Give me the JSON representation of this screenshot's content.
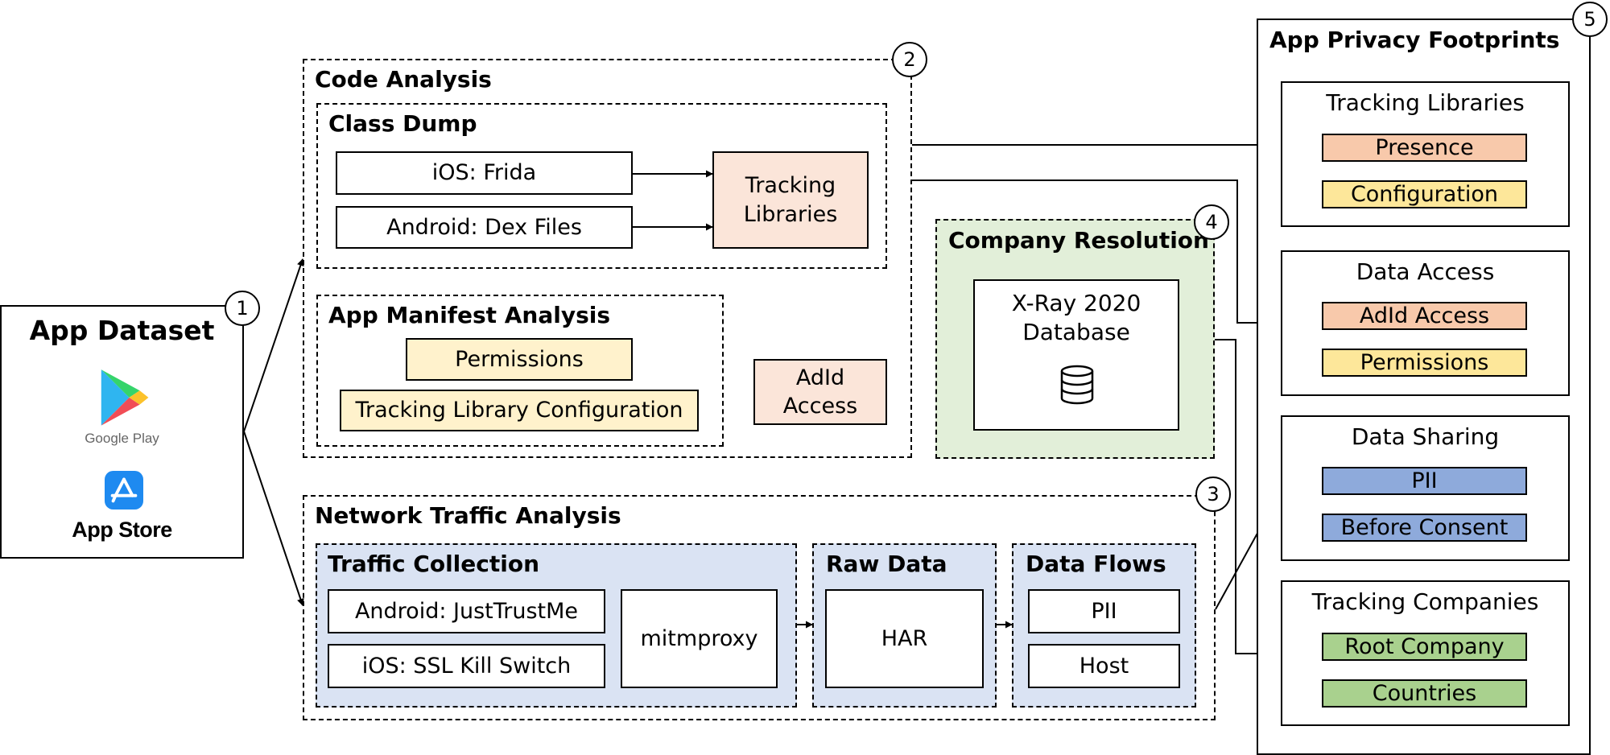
{
  "colors": {
    "peach": "#f8c9ab",
    "peach_light": "#fbe5d9",
    "yellow": "#fde79a",
    "yellow_light": "#fff2cc",
    "blue": "#8eaadb",
    "blue_light": "#dae3f3",
    "green": "#a9d18e",
    "green_light": "#e2efd9"
  },
  "dataset": {
    "title": "App Dataset",
    "badge": "1",
    "google_play": "Google Play",
    "app_store": "App Store",
    "icons": [
      "google-play-icon",
      "app-store-icon"
    ]
  },
  "code_analysis": {
    "title": "Code Analysis",
    "badge": "2",
    "class_dump": {
      "title": "Class Dump",
      "ios": "iOS: Frida",
      "android": "Android: Dex Files",
      "output": "Tracking Libraries"
    },
    "manifest": {
      "title": "App Manifest Analysis",
      "permissions": "Permissions",
      "config": "Tracking Library Configuration"
    },
    "adid": "AdId Access"
  },
  "company_resolution": {
    "title": "Company Resolution",
    "badge": "4",
    "db": "X-Ray 2020 Database",
    "icon": "database-icon"
  },
  "network": {
    "title": "Network Traffic Analysis",
    "badge": "3",
    "collection": {
      "title": "Traffic Collection",
      "android": "Android: JustTrustMe",
      "ios": "iOS: SSL Kill Switch",
      "proxy": "mitmproxy"
    },
    "raw": {
      "title": "Raw Data",
      "har": "HAR"
    },
    "flows": {
      "title": "Data Flows",
      "pii": "PII",
      "host": "Host"
    }
  },
  "footprints": {
    "title": "App Privacy Footprints",
    "badge": "5",
    "groups": [
      {
        "title": "Tracking Libraries",
        "items": [
          "Presence",
          "Configuration"
        ]
      },
      {
        "title": "Data Access",
        "items": [
          "AdId Access",
          "Permissions"
        ]
      },
      {
        "title": "Data Sharing",
        "items": [
          "PII",
          "Before Consent"
        ]
      },
      {
        "title": "Tracking Companies",
        "items": [
          "Root Company",
          "Countries"
        ]
      }
    ]
  }
}
